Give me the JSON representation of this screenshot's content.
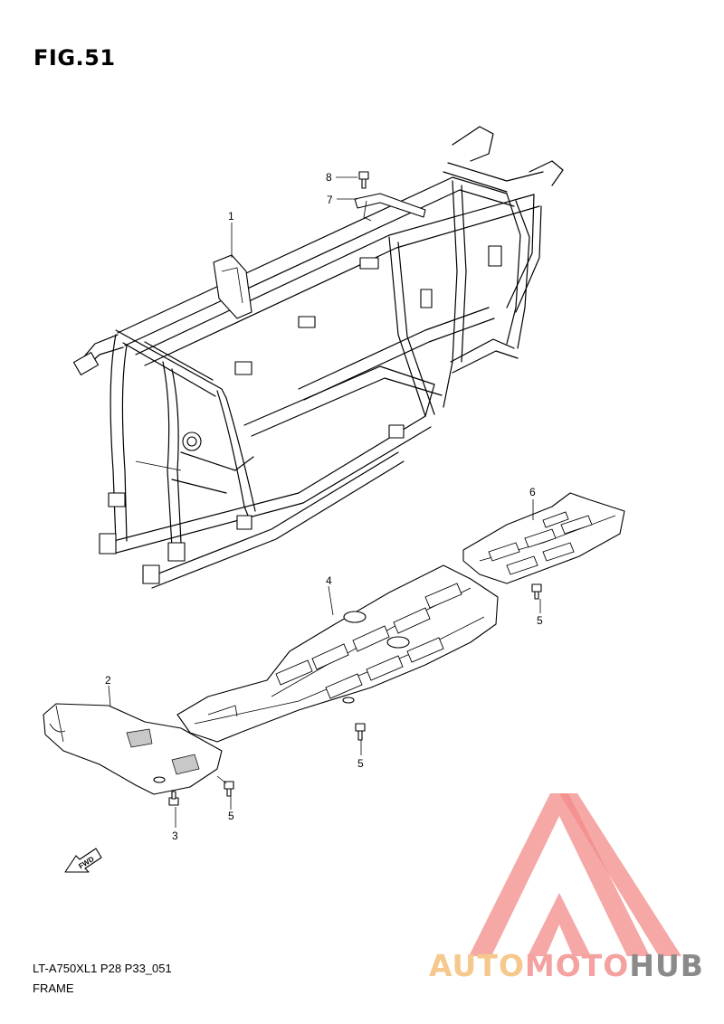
{
  "figure": {
    "title": "FIG.51",
    "model_code": "LT-A750XL1 P28 P33_051",
    "section_name": "FRAME"
  },
  "callouts": {
    "c1": "1",
    "c2": "2",
    "c3": "3",
    "c4": "4",
    "c5a": "5",
    "c5b": "5",
    "c5c": "5",
    "c6": "6",
    "c7": "7",
    "c8": "8"
  },
  "fwd_label": "FWD",
  "watermark": {
    "part1": "AUTO",
    "part2": "MOTO",
    "part3": "HUB",
    "colors": {
      "auto": "#f6c88e",
      "moto": "#f4a2a0",
      "hub": "#8a8a8a",
      "triangle": "#f28b88"
    }
  }
}
